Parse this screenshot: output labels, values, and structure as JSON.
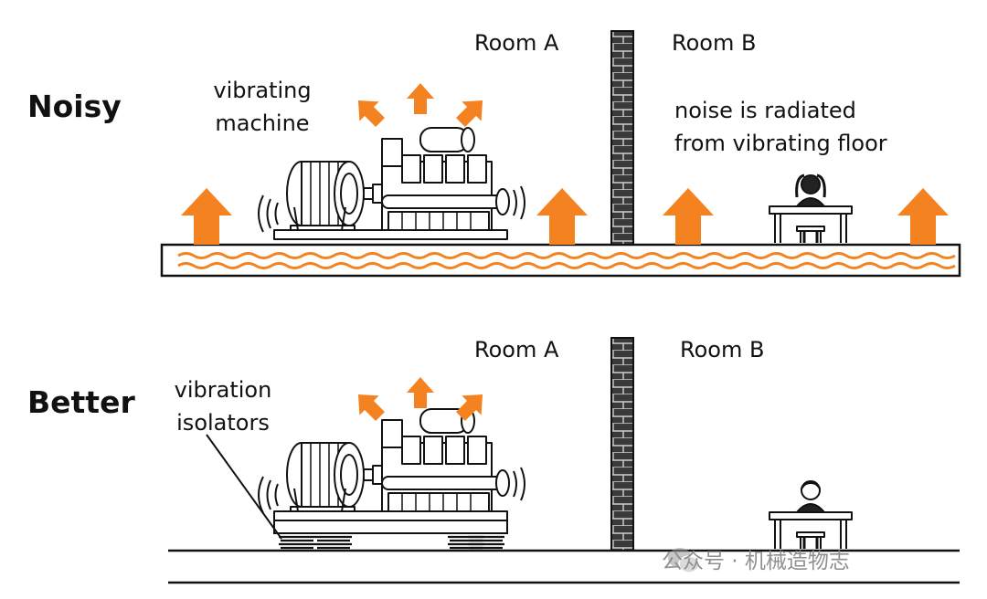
{
  "panels": {
    "noisy": {
      "heading": "Noisy",
      "room_a": "Room A",
      "room_b": "Room B",
      "machine_label": [
        "vibrating",
        "machine"
      ],
      "floor_note": [
        "noise is radiated",
        "from vibrating floor"
      ]
    },
    "better": {
      "heading": "Better",
      "room_a": "Room A",
      "room_b": "Room B",
      "isolator_label": [
        "vibration",
        "isolators"
      ]
    }
  },
  "watermark": {
    "icon": "wechat-icon",
    "text": "公众号 · 机械造物志"
  },
  "colors": {
    "arrow": "#F58220",
    "ink": "#111111",
    "wall": "#333333",
    "wave": "#F58220"
  }
}
